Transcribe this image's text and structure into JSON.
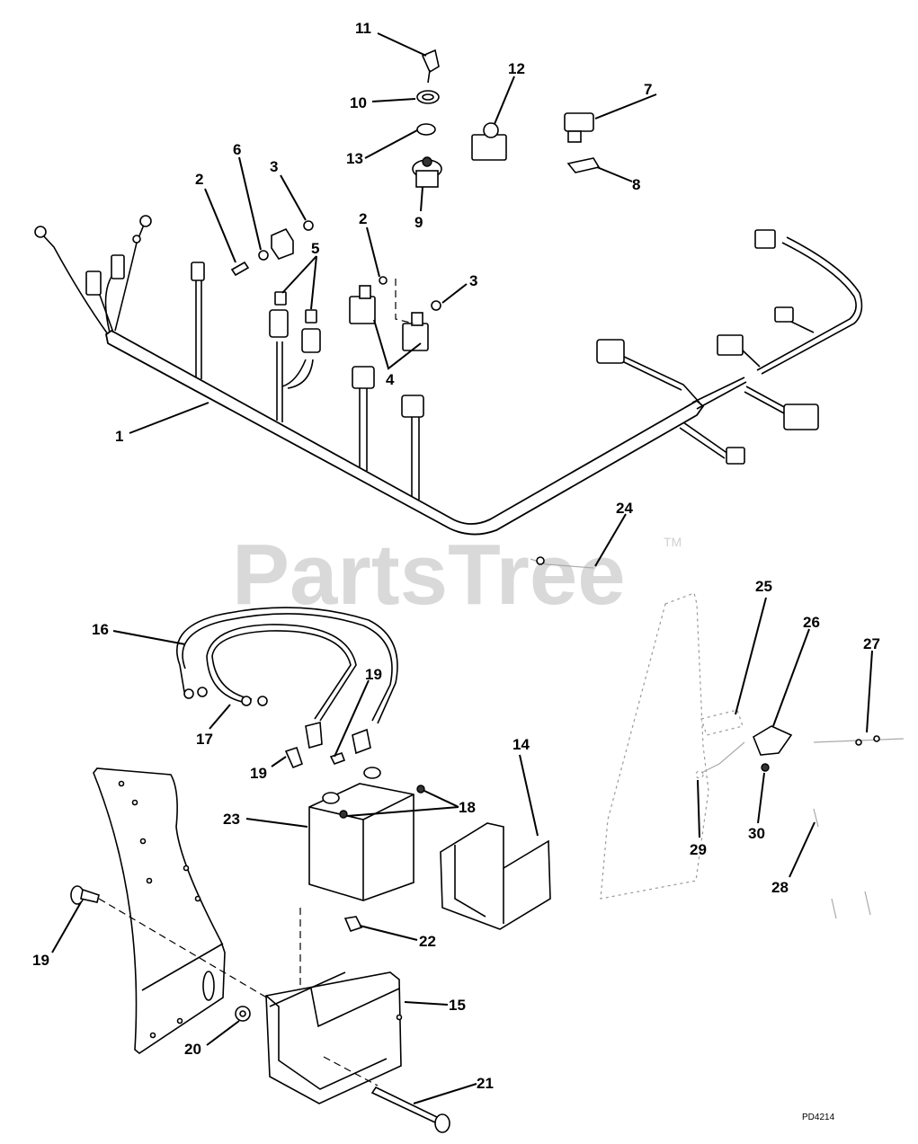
{
  "watermark": {
    "text": "PartsTree",
    "trademark": "TM"
  },
  "drawing_code": "PD4214",
  "callouts": [
    {
      "id": "c1",
      "label": "1"
    },
    {
      "id": "c2a",
      "label": "2"
    },
    {
      "id": "c2b",
      "label": "2"
    },
    {
      "id": "c3a",
      "label": "3"
    },
    {
      "id": "c3b",
      "label": "3"
    },
    {
      "id": "c4",
      "label": "4"
    },
    {
      "id": "c5",
      "label": "5"
    },
    {
      "id": "c6",
      "label": "6"
    },
    {
      "id": "c7",
      "label": "7"
    },
    {
      "id": "c8",
      "label": "8"
    },
    {
      "id": "c9",
      "label": "9"
    },
    {
      "id": "c10",
      "label": "10"
    },
    {
      "id": "c11",
      "label": "11"
    },
    {
      "id": "c12",
      "label": "12"
    },
    {
      "id": "c13",
      "label": "13"
    },
    {
      "id": "c14",
      "label": "14"
    },
    {
      "id": "c15",
      "label": "15"
    },
    {
      "id": "c16",
      "label": "16"
    },
    {
      "id": "c17",
      "label": "17"
    },
    {
      "id": "c18",
      "label": "18"
    },
    {
      "id": "c19a",
      "label": "19"
    },
    {
      "id": "c19b",
      "label": "19"
    },
    {
      "id": "c19c",
      "label": "19"
    },
    {
      "id": "c20",
      "label": "20"
    },
    {
      "id": "c21",
      "label": "21"
    },
    {
      "id": "c22",
      "label": "22"
    },
    {
      "id": "c23",
      "label": "23"
    },
    {
      "id": "c24",
      "label": "24"
    },
    {
      "id": "c25",
      "label": "25"
    },
    {
      "id": "c26",
      "label": "26"
    },
    {
      "id": "c27",
      "label": "27"
    },
    {
      "id": "c28",
      "label": "28"
    },
    {
      "id": "c29",
      "label": "29"
    },
    {
      "id": "c30",
      "label": "30"
    }
  ]
}
